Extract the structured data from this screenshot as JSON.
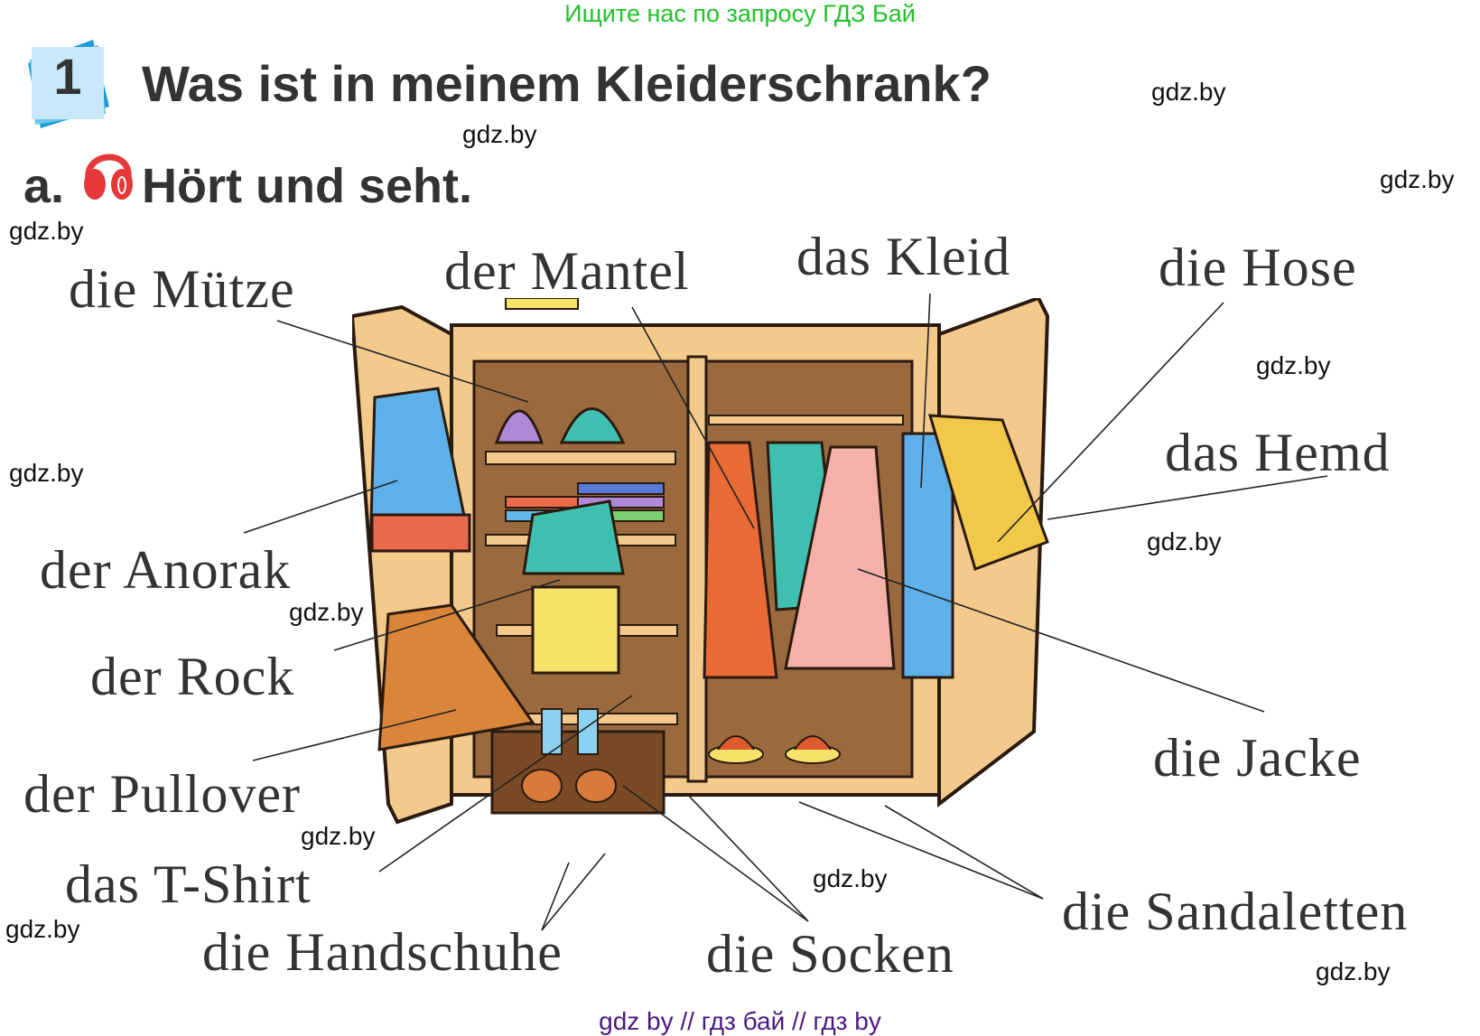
{
  "top_banner": "Ищите нас по запросу ГДЗ Бай",
  "exercise": {
    "number": "1",
    "title": "Was ist in meinem Kleiderschrank?",
    "part_letter": "a.",
    "part_title": "Hört und seht.",
    "badge_colors": {
      "front": "#c9e9fb",
      "back": "#1e9ad6",
      "mid": "#6cc4f0"
    },
    "headphones_color": "#e63838"
  },
  "labels": [
    {
      "id": "muetze",
      "text": "die Mütze"
    },
    {
      "id": "mantel",
      "text": "der Mantel"
    },
    {
      "id": "kleid",
      "text": "das Kleid"
    },
    {
      "id": "hose",
      "text": "die Hose"
    },
    {
      "id": "hemd",
      "text": "das Hemd"
    },
    {
      "id": "anorak",
      "text": "der Anorak"
    },
    {
      "id": "rock",
      "text": "der Rock"
    },
    {
      "id": "pullover",
      "text": "der Pullover"
    },
    {
      "id": "tshirt",
      "text": "das T-Shirt"
    },
    {
      "id": "handschuhe",
      "text": "die Handschuhe"
    },
    {
      "id": "socken",
      "text": "die Socken"
    },
    {
      "id": "sandaletten",
      "text": "die Sandaletten"
    },
    {
      "id": "jacke",
      "text": "die Jacke"
    }
  ],
  "watermarks": [
    "gdz.by",
    "gdz.by",
    "gdz.by",
    "gdz.by",
    "gdz.by",
    "gdz.by",
    "gdz.by",
    "gdz.by",
    "gdz.by",
    "gdz.by",
    "gdz.by",
    "gdz.by"
  ],
  "footer": "gdz by  //  гдз бай  //  гдз by",
  "illustration": {
    "name": "wardrobe-with-clothes",
    "wood_color": "#f3c98c",
    "interior_color": "#9a6a3e",
    "outline_color": "#2a1a10"
  }
}
